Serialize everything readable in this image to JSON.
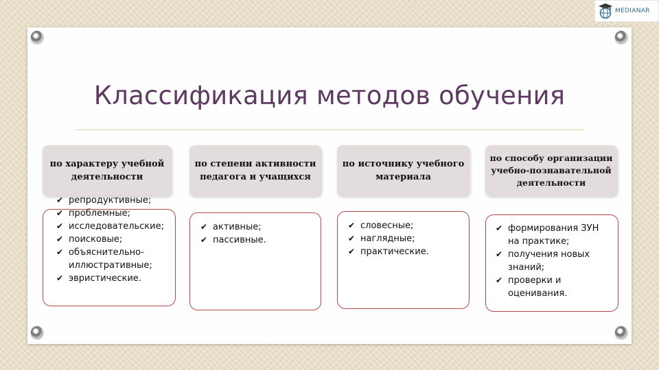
{
  "logo": {
    "text": "MEDIANAR",
    "icon": "globe-graduation-cap-icon",
    "color": "#2f6b8f"
  },
  "title": "Классификация методов обучения",
  "colors": {
    "title": "#5e3a63",
    "box_border": "#b24a4a",
    "header_bg": "#e2dcdc",
    "divider": "#e2d2a4"
  },
  "columns": [
    {
      "header": "по характеру учебной деятельности",
      "items": [
        "репродуктивные;",
        "проблемные;",
        "исследовательские;",
        "поисковые;",
        "объяснительно-иллюстративные;",
        "эвристические."
      ]
    },
    {
      "header": "по степени активности педагога и учащихся",
      "items": [
        "активные;",
        "пассивные."
      ]
    },
    {
      "header": "по источнику учебного материала",
      "items": [
        "словесные;",
        "наглядные;",
        "практические."
      ]
    },
    {
      "header": "по способу организации учебно-познавательной деятельности",
      "items": [
        "формирования ЗУН на практике;",
        "получения новых знаний;",
        "проверки и оценивания."
      ]
    }
  ]
}
